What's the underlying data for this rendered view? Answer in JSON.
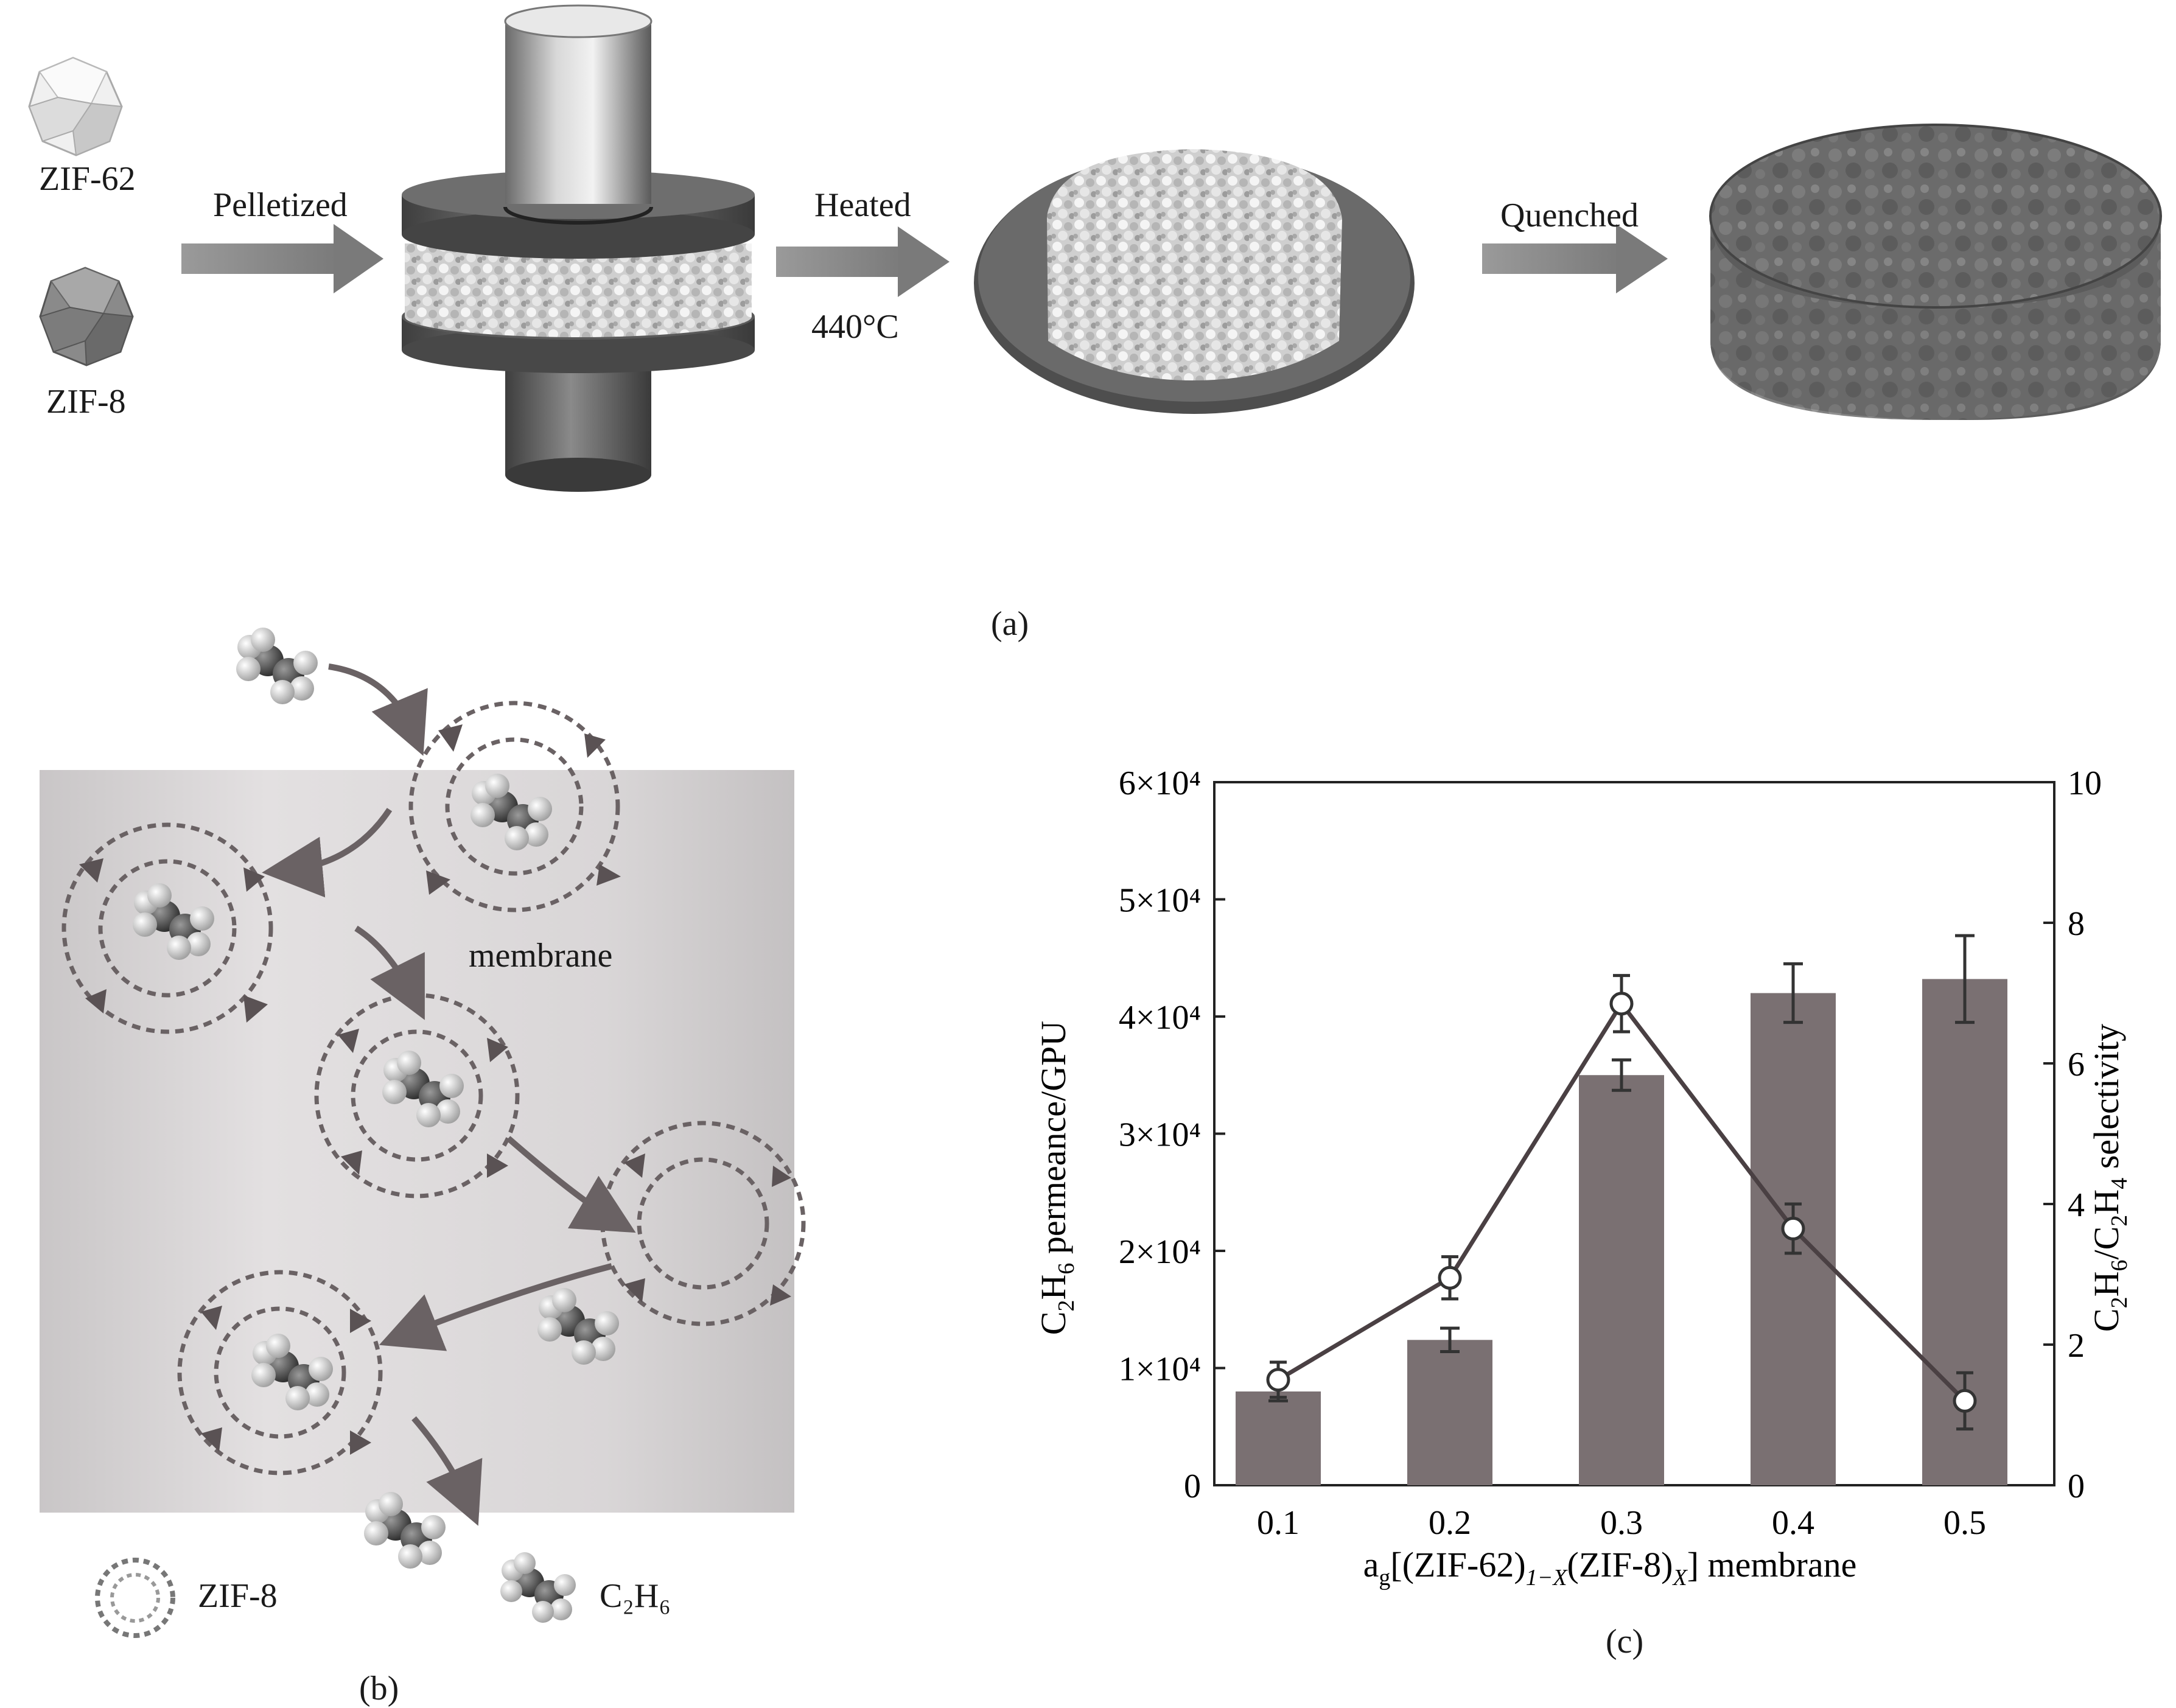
{
  "panel_a": {
    "zif62_label": "ZIF-62",
    "zif8_label": "ZIF-8",
    "step1_label": "Pelletized",
    "step2_label": "Heated",
    "step2_temp": "440°C",
    "step3_label": "Quenched",
    "caption": "(a)"
  },
  "panel_b": {
    "membrane_label": "membrane",
    "legend_zif8": "ZIF-8",
    "legend_c2h6": "C₂H₆",
    "caption": "(b)"
  },
  "panel_c": {
    "caption": "(c)"
  },
  "chart_data": {
    "type": "bar",
    "categories": [
      "0.1",
      "0.2",
      "0.3",
      "0.4",
      "0.5"
    ],
    "xlabel": "ag[(ZIF-62)1−X(ZIF-8)X] membrane",
    "ylabel": "C2H6 permeance/GPU",
    "y2label": "C2H6/C2H4 selectivity",
    "ylim": [
      0,
      60000
    ],
    "y2lim": [
      0,
      10
    ],
    "yticks": [
      "0",
      "1×10⁴",
      "2×10⁴",
      "3×10⁴",
      "4×10⁴",
      "5×10⁴",
      "6×10⁴"
    ],
    "y2ticks": [
      "0",
      "2",
      "4",
      "6",
      "8",
      "10"
    ],
    "series": [
      {
        "kind": "bar",
        "axis": "left",
        "values": [
          8000,
          12400,
          35000,
          42000,
          43200
        ],
        "err": [
          800,
          1000,
          1300,
          2500,
          3700
        ]
      },
      {
        "kind": "line",
        "axis": "right",
        "values": [
          1.5,
          2.95,
          6.85,
          3.65,
          1.2
        ],
        "err": [
          0.25,
          0.3,
          0.4,
          0.35,
          0.4
        ]
      }
    ],
    "colors": {
      "bar": "#7a7072",
      "line": "#4a4043",
      "marker_fill": "#ffffff"
    }
  }
}
